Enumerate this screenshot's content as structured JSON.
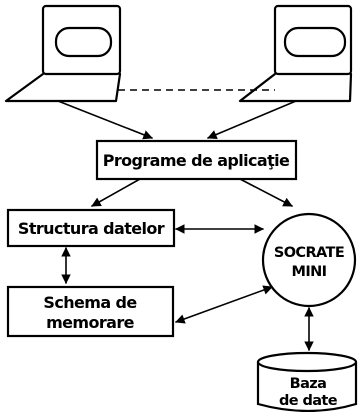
{
  "nodes": {
    "app_programs": "Programe de aplicaţie",
    "data_structure": "Structura datelor",
    "storage_schema_line1": "Schema de",
    "storage_schema_line2": "memorare",
    "socrate_line1": "SOCRATE",
    "socrate_line2": "MINI",
    "database_line1": "Baza",
    "database_line2": "de date"
  }
}
